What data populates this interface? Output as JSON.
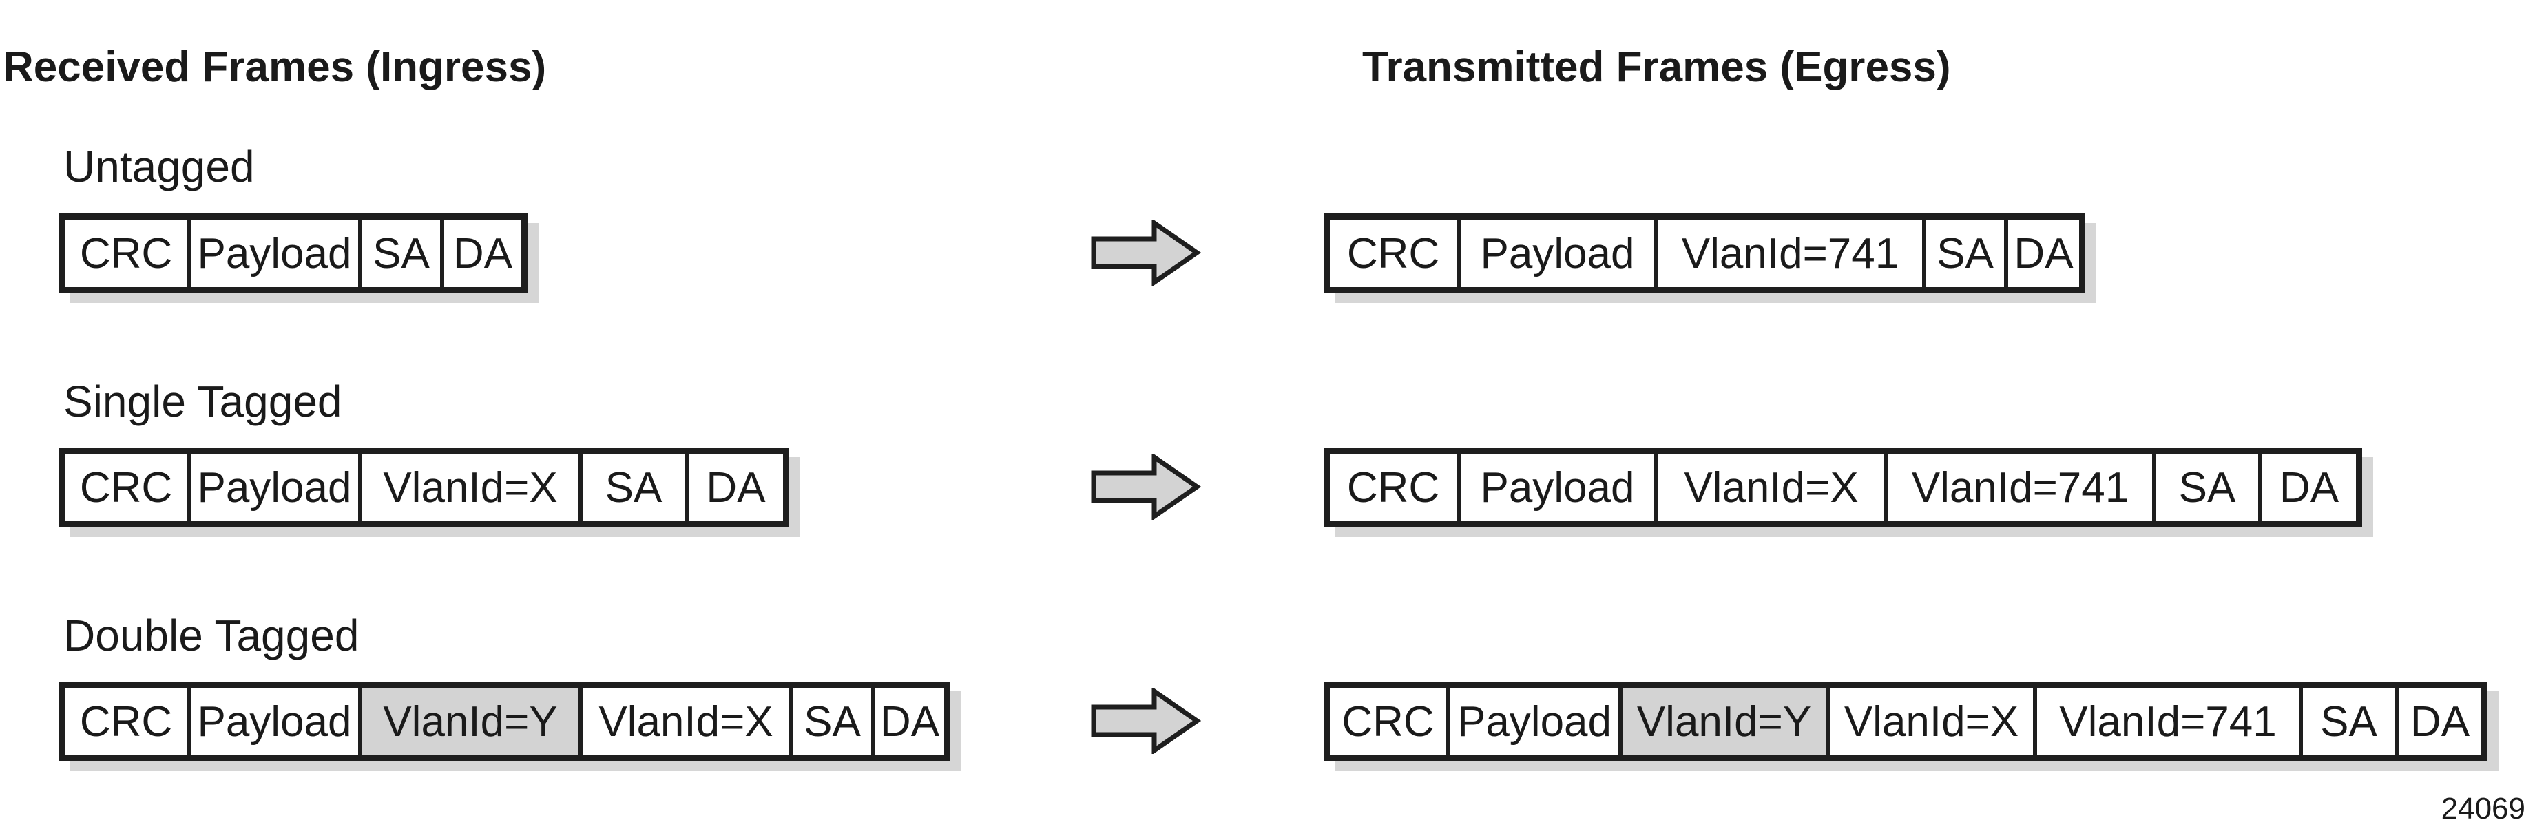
{
  "headings": {
    "ingress": "Received Frames (Ingress)",
    "egress": "Transmitted Frames (Egress)"
  },
  "rows": [
    {
      "label": "Untagged",
      "ingress": [
        {
          "text": "CRC"
        },
        {
          "text": "Payload"
        },
        {
          "text": "SA"
        },
        {
          "text": "DA"
        }
      ],
      "egress": [
        {
          "text": "CRC"
        },
        {
          "text": "Payload"
        },
        {
          "text": "VlanId=741"
        },
        {
          "text": "SA"
        },
        {
          "text": "DA"
        }
      ]
    },
    {
      "label": "Single Tagged",
      "ingress": [
        {
          "text": "CRC"
        },
        {
          "text": "Payload"
        },
        {
          "text": "VlanId=X"
        },
        {
          "text": "SA"
        },
        {
          "text": "DA"
        }
      ],
      "egress": [
        {
          "text": "CRC"
        },
        {
          "text": "Payload"
        },
        {
          "text": "VlanId=X"
        },
        {
          "text": "VlanId=741"
        },
        {
          "text": "SA"
        },
        {
          "text": "DA"
        }
      ]
    },
    {
      "label": "Double Tagged",
      "ingress": [
        {
          "text": "CRC"
        },
        {
          "text": "Payload"
        },
        {
          "text": "VlanId=Y",
          "shaded": true
        },
        {
          "text": "VlanId=X"
        },
        {
          "text": "SA"
        },
        {
          "text": "DA"
        }
      ],
      "egress": [
        {
          "text": "CRC"
        },
        {
          "text": "Payload"
        },
        {
          "text": "VlanId=Y",
          "shaded": true
        },
        {
          "text": "VlanId=X"
        },
        {
          "text": "VlanId=741"
        },
        {
          "text": "SA"
        },
        {
          "text": "DA"
        }
      ]
    }
  ],
  "figure_id": "24069",
  "colors": {
    "line": "#1e1e1e",
    "shaded_field": "#d3d3d3",
    "shadow": "#d6d6d6",
    "arrow_fill": "#d3d3d3"
  }
}
